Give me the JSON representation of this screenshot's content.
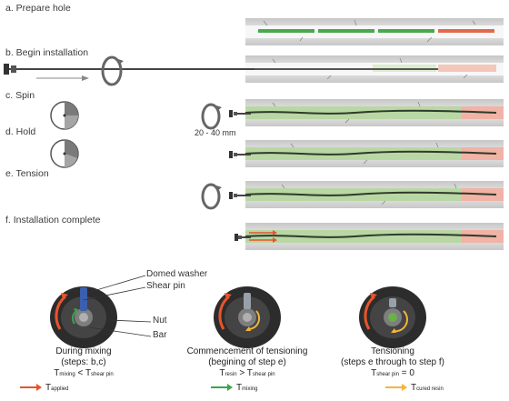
{
  "steps": [
    {
      "label": "a. Prepare hole"
    },
    {
      "label": "b. Begin installation"
    },
    {
      "label": "c. Spin"
    },
    {
      "label": "d. Hold"
    },
    {
      "label": "e. Tension"
    },
    {
      "label": "f. Installation complete"
    }
  ],
  "gap_label": "20 - 40 mm",
  "callouts": {
    "washer": "Domed washer",
    "pin": "Shear pin",
    "nut": "Nut",
    "bar": "Bar"
  },
  "stages": [
    {
      "line1": "During mixing",
      "line2": "(steps: b,c)",
      "eq_lhs": "T",
      "eq_lhs_sub": "mixing",
      "eq_op": "<",
      "eq_rhs": "T",
      "eq_rhs_sub": "shear pin"
    },
    {
      "line1": "Commencement of tensioning",
      "line2": "(begining of step e)",
      "eq_lhs": "T",
      "eq_lhs_sub": "resin",
      "eq_op": ">",
      "eq_rhs": "T",
      "eq_rhs_sub": "shear pin"
    },
    {
      "line1": "Tensioning",
      "line2": "(steps e through to step f)",
      "eq_lhs": "T",
      "eq_lhs_sub": "shear pin",
      "eq_op": "=",
      "eq_rhs": "0",
      "eq_rhs_sub": ""
    }
  ],
  "legend": [
    {
      "symbol": "T",
      "sub": "applied",
      "color": "#e8542a"
    },
    {
      "symbol": "T",
      "sub": "mixing",
      "color": "#3aa64a"
    },
    {
      "symbol": "T",
      "sub": "cured resin",
      "color": "#f2b53a"
    }
  ],
  "colors": {
    "applied": "#e8542a",
    "mixing": "#3aa64a",
    "cured_resin": "#f2b53a",
    "resin_green": "#b9d7a4",
    "resin_red": "#f0b3a6",
    "rock": "#d4d4d4"
  },
  "clock_icons": [
    "clock-spin-icon",
    "clock-hold-icon"
  ],
  "rotation_icons": [
    "rotation-arrow-icon"
  ]
}
